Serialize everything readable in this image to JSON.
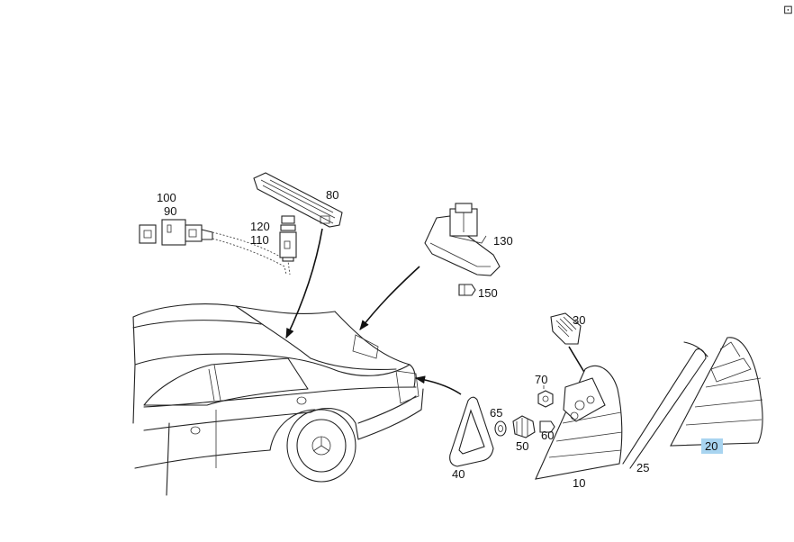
{
  "parts": {
    "p100": "100",
    "p90": "90",
    "p80": "80",
    "p120": "120",
    "p110": "110",
    "p130": "130",
    "p150": "150",
    "p30": "30",
    "p70": "70",
    "p65": "65",
    "p50": "50",
    "p60": "60",
    "p40": "40",
    "p10": "10",
    "p25": "25",
    "p20": "20"
  },
  "highlight": {
    "part": "20",
    "color": "#a8d4f0"
  },
  "icons": {
    "corner": "edit-icon"
  }
}
